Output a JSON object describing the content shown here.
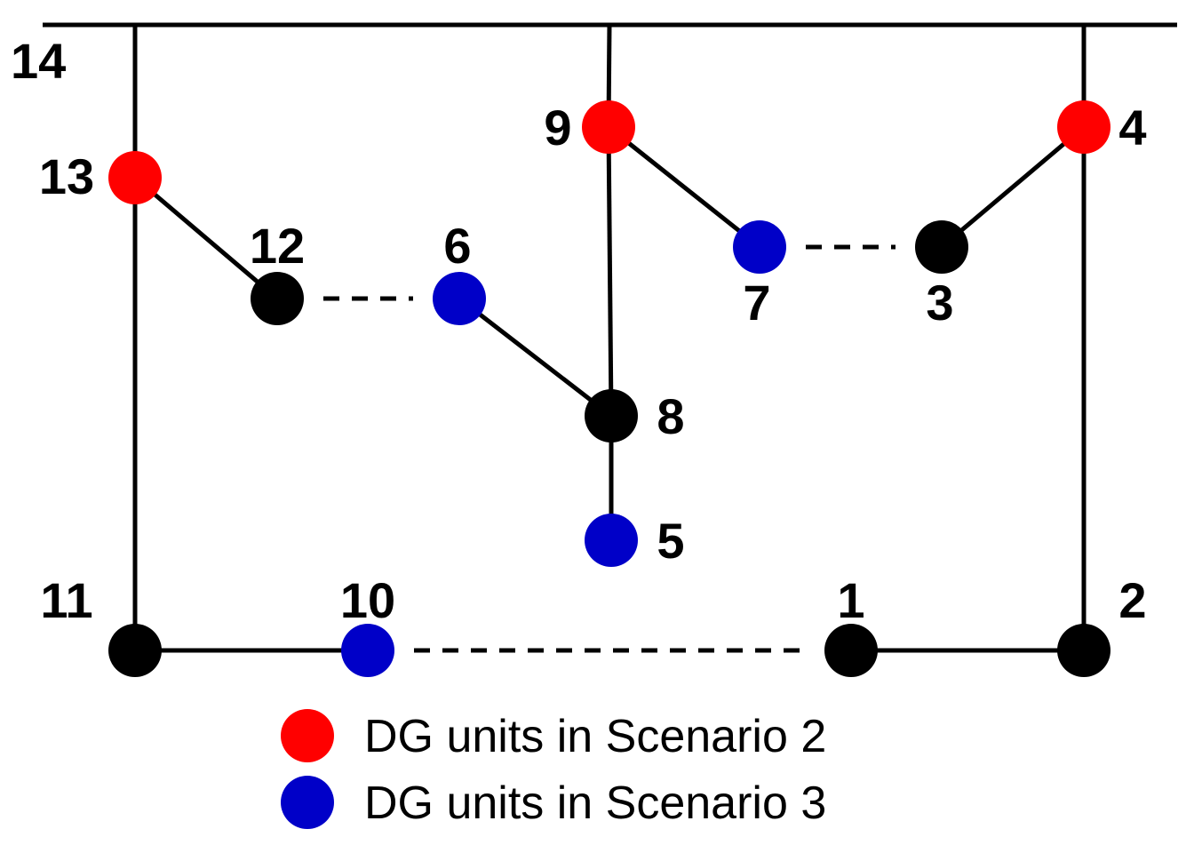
{
  "colors": {
    "scenario2": "#ff0000",
    "scenario3": "#0000c8",
    "plain": "#000000"
  },
  "nodes": [
    {
      "id": "1",
      "label": "1",
      "type": "plain"
    },
    {
      "id": "2",
      "label": "2",
      "type": "plain"
    },
    {
      "id": "3",
      "label": "3",
      "type": "plain"
    },
    {
      "id": "4",
      "label": "4",
      "type": "scenario2"
    },
    {
      "id": "5",
      "label": "5",
      "type": "scenario3"
    },
    {
      "id": "6",
      "label": "6",
      "type": "scenario3"
    },
    {
      "id": "7",
      "label": "7",
      "type": "scenario3"
    },
    {
      "id": "8",
      "label": "8",
      "type": "plain"
    },
    {
      "id": "9",
      "label": "9",
      "type": "scenario2"
    },
    {
      "id": "10",
      "label": "10",
      "type": "scenario3"
    },
    {
      "id": "11",
      "label": "11",
      "type": "plain"
    },
    {
      "id": "12",
      "label": "12",
      "type": "plain"
    },
    {
      "id": "13",
      "label": "13",
      "type": "scenario2"
    }
  ],
  "bus_label": "14",
  "edges": [
    {
      "from": "14",
      "to": "13",
      "style": "solid"
    },
    {
      "from": "13",
      "to": "11",
      "style": "solid"
    },
    {
      "from": "13",
      "to": "12",
      "style": "solid"
    },
    {
      "from": "12",
      "to": "6",
      "style": "dashed"
    },
    {
      "from": "6",
      "to": "8",
      "style": "solid"
    },
    {
      "from": "14",
      "to": "9",
      "style": "solid"
    },
    {
      "from": "9",
      "to": "8",
      "style": "solid"
    },
    {
      "from": "8",
      "to": "5",
      "style": "solid"
    },
    {
      "from": "9",
      "to": "7",
      "style": "solid"
    },
    {
      "from": "7",
      "to": "3",
      "style": "dashed"
    },
    {
      "from": "3",
      "to": "4",
      "style": "solid"
    },
    {
      "from": "14",
      "to": "4",
      "style": "solid"
    },
    {
      "from": "4",
      "to": "2",
      "style": "solid"
    },
    {
      "from": "11",
      "to": "10",
      "style": "solid"
    },
    {
      "from": "10",
      "to": "1",
      "style": "dashed"
    },
    {
      "from": "1",
      "to": "2",
      "style": "solid"
    }
  ],
  "legend": [
    {
      "type": "scenario2",
      "label": "DG units in Scenario 2"
    },
    {
      "type": "scenario3",
      "label": "DG units in Scenario 3"
    }
  ]
}
